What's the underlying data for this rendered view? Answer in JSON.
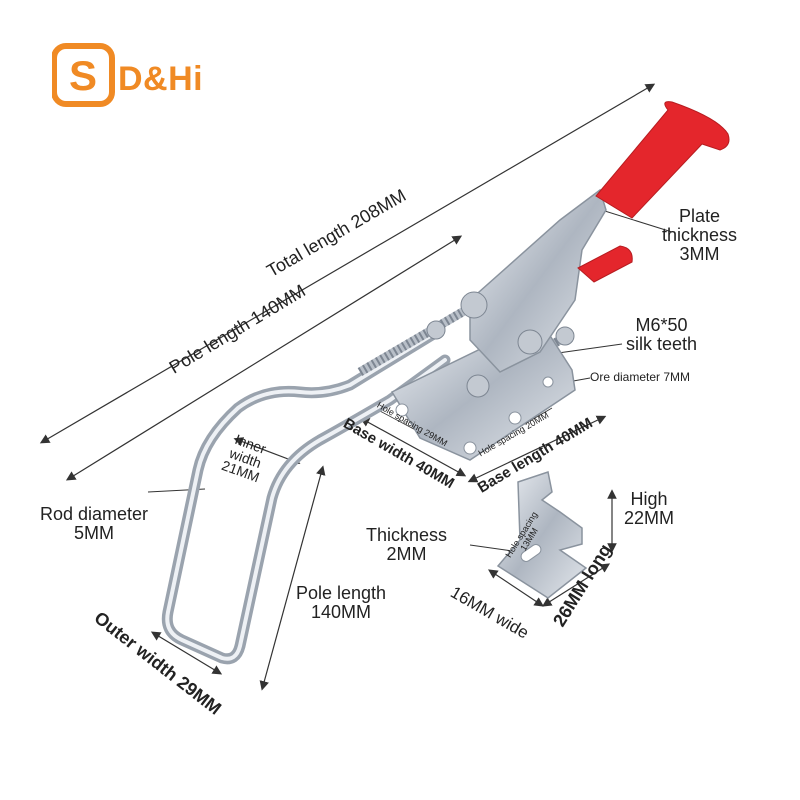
{
  "brand": {
    "logo_text": "D&Hi",
    "logo_mark": "S",
    "logo_color": "#f08a24"
  },
  "product": {
    "handle_color": "#e4262c",
    "metal_color": "#c9ced6"
  },
  "labels": {
    "total_length": "Total length 208MM",
    "pole_length_diag": "Pole length 140MM",
    "plate_thickness": [
      "Plate",
      "thickness",
      "3MM"
    ],
    "m6": [
      "M6*50",
      "silk teeth"
    ],
    "ore_diameter": "Ore diameter 7MM",
    "hole_spacing_29": "Hole spacing 29MM",
    "hole_spacing_20": "Hole spacing 20MM",
    "base_width": "Base width 40MM",
    "base_length": "Base length 40MM",
    "inner_width": [
      "Inner",
      "width",
      "21MM"
    ],
    "rod_diameter": [
      "Rod diameter",
      "5MM"
    ],
    "high": [
      "High",
      "22MM"
    ],
    "thickness": [
      "Thickness",
      "2MM"
    ],
    "hole_spacing_13": [
      "Hole spacing",
      "13MM"
    ],
    "pole_length_vert": [
      "Pole length",
      "140MM"
    ],
    "wide_16": "16MM wide",
    "long_26": "26MM long",
    "outer_width": "Outer width 29MM"
  }
}
